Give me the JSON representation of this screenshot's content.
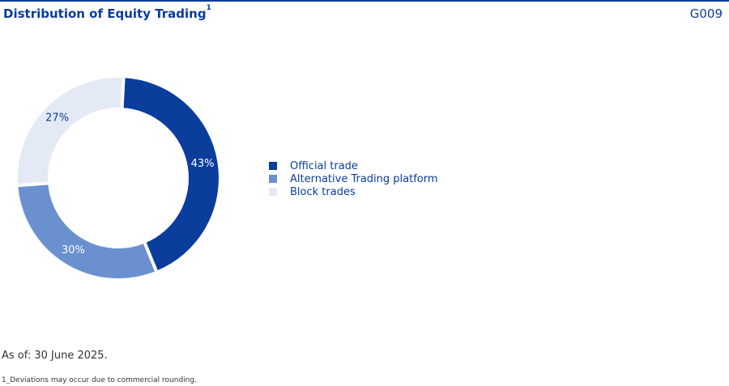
{
  "header": {
    "title": "Distribution of Equity Trading",
    "title_superscript": "1",
    "code": "G009"
  },
  "chart_data": {
    "type": "pie",
    "categories": [
      "Official trade",
      "Alternative Trading platform",
      "Block trades"
    ],
    "values": [
      43,
      30,
      27
    ],
    "labels": [
      "43%",
      "30%",
      "27%"
    ],
    "colors": [
      "#0a3d9c",
      "#6a90cf",
      "#e3e9f5"
    ],
    "label_colors": [
      "#ffffff",
      "#ffffff",
      "#0a3d9c"
    ],
    "legend_position": "right"
  },
  "footer": {
    "as_of": "As of: 30 June 2025.",
    "footnote": "1_Deviations may occur due to commercial rounding."
  }
}
